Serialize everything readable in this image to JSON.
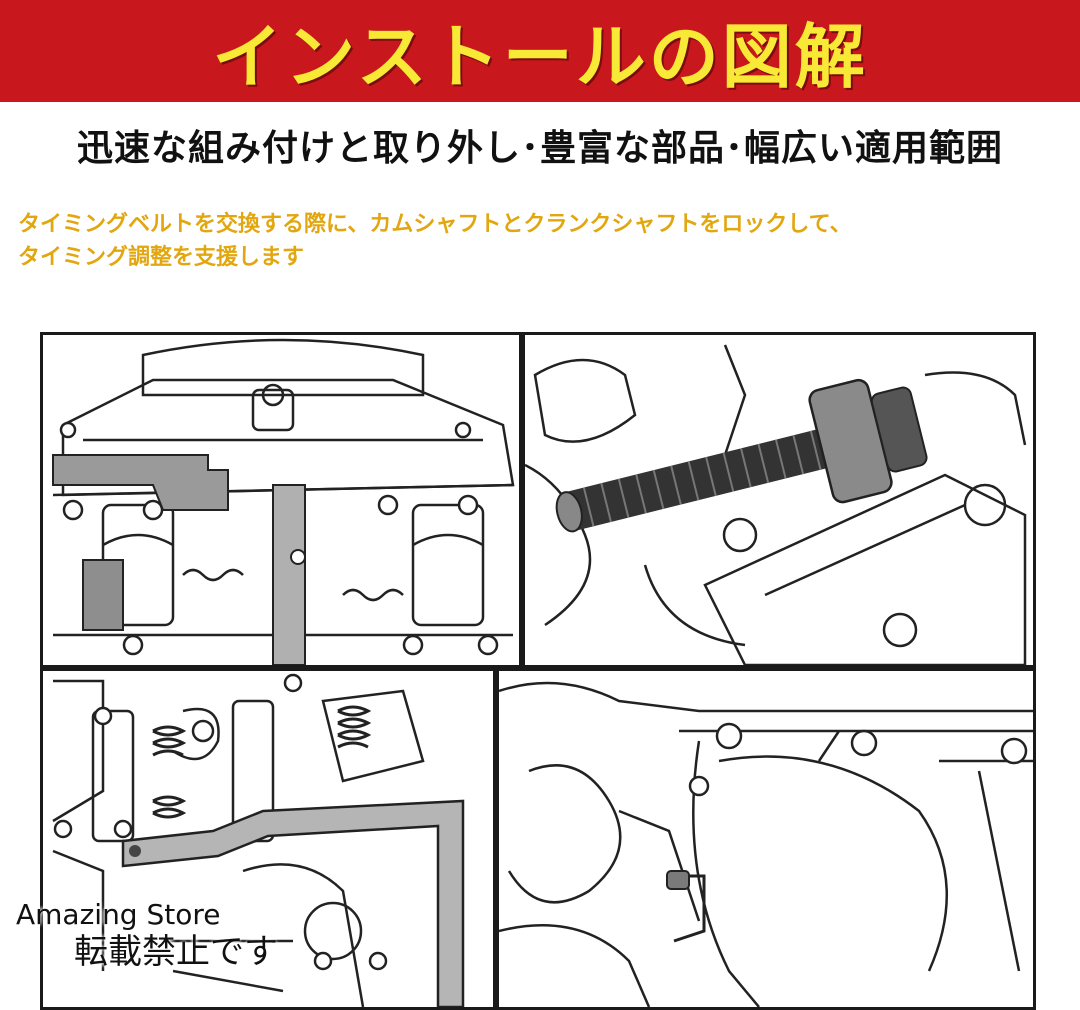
{
  "header": {
    "title": "インストールの図解",
    "bg_color": "#c8171d",
    "title_color": "#f7e935"
  },
  "subtitle": "迅速な組み付けと取り外し･豊富な部品･幅広い適用範囲",
  "description": {
    "line1": "タイミングベルトを交換する際に、カムシャフトとクランクシャフトをロックして、",
    "line2": "タイミング調整を支援します",
    "color": "#e2a60f"
  },
  "watermark": {
    "line1": "Amazing Store",
    "line2": "転載禁止です"
  },
  "figures": [
    {
      "id": "camshaft-lock-plate",
      "icon": "engine-camshaft-illustration"
    },
    {
      "id": "bolt-tensioner-closeup",
      "icon": "threaded-bolt-illustration"
    },
    {
      "id": "valve-spring-lock-bar",
      "icon": "engine-valvetrain-illustration"
    },
    {
      "id": "crankshaft-pin",
      "icon": "crankcase-illustration"
    }
  ]
}
